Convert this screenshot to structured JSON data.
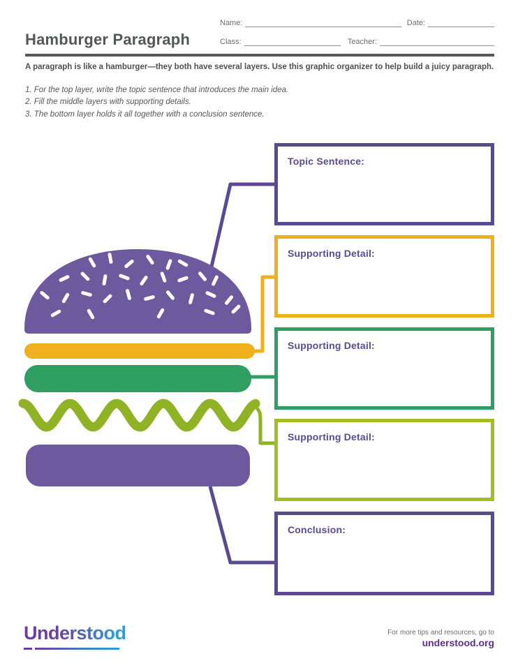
{
  "header": {
    "title": "Hamburger Paragraph",
    "fields": {
      "name_label": "Name:",
      "date_label": "Date:",
      "class_label": "Class:",
      "teacher_label": "Teacher:"
    }
  },
  "instructions": {
    "intro": "A paragraph is like a hamburger—they both have several layers. Use this graphic organizer to help build a juicy paragraph.",
    "steps": [
      "1. For the top layer, write the topic sentence that introduces the main idea.",
      "2. Fill the middle layers with supporting details.",
      "3. The bottom layer holds it all together with a conclusion sentence."
    ]
  },
  "boxes": [
    {
      "label": "Topic Sentence:",
      "color": "#5b4a91",
      "layer": "top-bun"
    },
    {
      "label": "Supporting Detail:",
      "color": "#efb01d",
      "layer": "cheese"
    },
    {
      "label": "Supporting Detail:",
      "color": "#2f9e63",
      "layer": "patty"
    },
    {
      "label": "Supporting Detail:",
      "color": "#a3bd24",
      "layer": "lettuce"
    },
    {
      "label": "Conclusion:",
      "color": "#5b4a91",
      "layer": "bottom-bun"
    }
  ],
  "illustration": {
    "layers": [
      "top-bun",
      "cheese",
      "patty",
      "lettuce",
      "bottom-bun"
    ],
    "colors": {
      "bun_purple": "#6d5a9e",
      "connector_purple": "#5b4a91",
      "cheese_yellow": "#efb01d",
      "patty_green": "#2f9e63",
      "lettuce_lime": "#90b225",
      "seed_white": "#ffffff"
    }
  },
  "footer": {
    "logo_text": "Understood",
    "note": "For more tips and resources, go to",
    "site": "understood.org",
    "logo_colors": {
      "purple": "#6a3f9d",
      "blue": "#2b9cd8"
    }
  },
  "colors": {
    "heading_gray": "#55565a",
    "body_gray": "#4e4f51",
    "rule_gray": "#58595b",
    "label_purple": "#5b4a91",
    "footer_purple": "#5c2d91"
  }
}
